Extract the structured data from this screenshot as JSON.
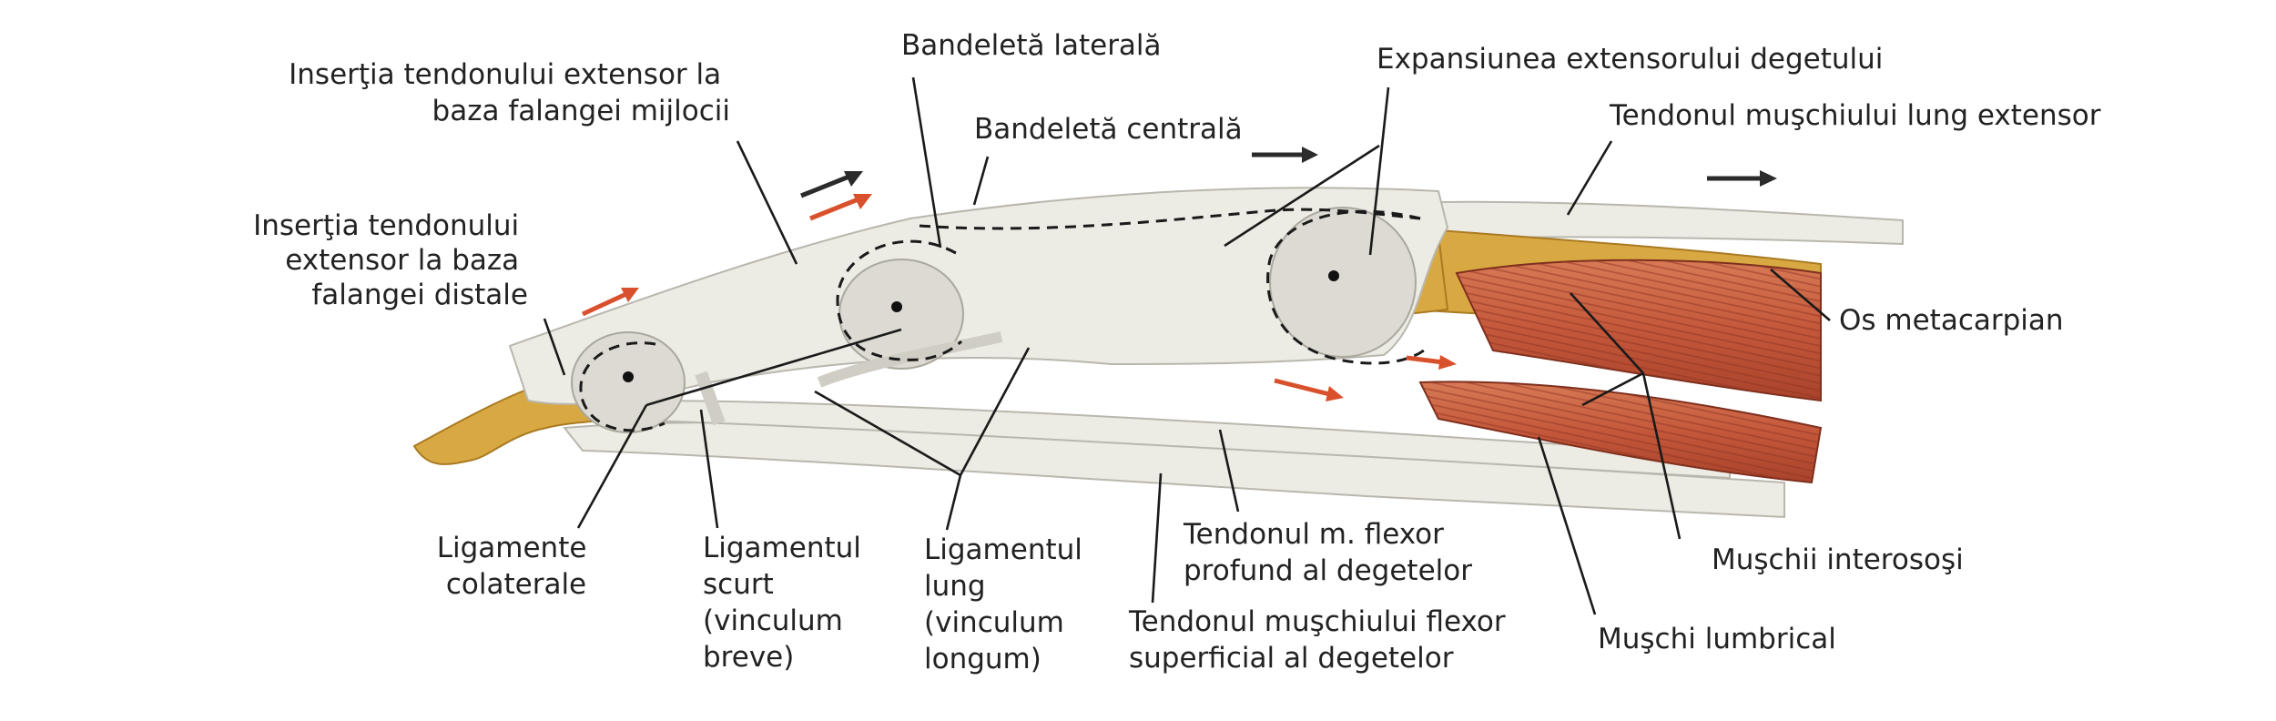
{
  "labels": {
    "insertie_mijlocie": [
      "Inserţia tendonului extensor la",
      "baza falangei mijlocii"
    ],
    "insertie_distala": [
      "Inserţia tendonului",
      "extensor la baza",
      "falangei distale"
    ],
    "bandeleta_laterala": "Bandeletă laterală",
    "bandeleta_centrala": "Bandeletă centrală",
    "expansiunea": "Expansiunea extensorului degetului",
    "tendon_lung_extensor": "Tendonul muşchiului lung extensor",
    "os_metacarpian": "Os metacarpian",
    "ligamente_colaterale": [
      "Ligamente",
      "colaterale"
    ],
    "ligament_scurt": [
      "Ligamentul",
      "scurt",
      "(vinculum",
      "breve)"
    ],
    "ligament_lung": [
      "Ligamentul",
      "lung",
      "(vinculum",
      "longum)"
    ],
    "flexor_profund": [
      "Tendonul m. flexor",
      "profund al degetelor"
    ],
    "flexor_superficial": [
      "Tendonul muşchiului flexor",
      "superficial al degetelor"
    ],
    "interososi": "Muşchii interosoşi",
    "lumbrical": "Muşchi lumbrical"
  },
  "colors": {
    "arrow_red": "#d9512c",
    "arrow_dark": "#2b2b2b",
    "muscle": "#c4573a",
    "bone": "#d8a942",
    "tendon": "#ecebe4"
  }
}
